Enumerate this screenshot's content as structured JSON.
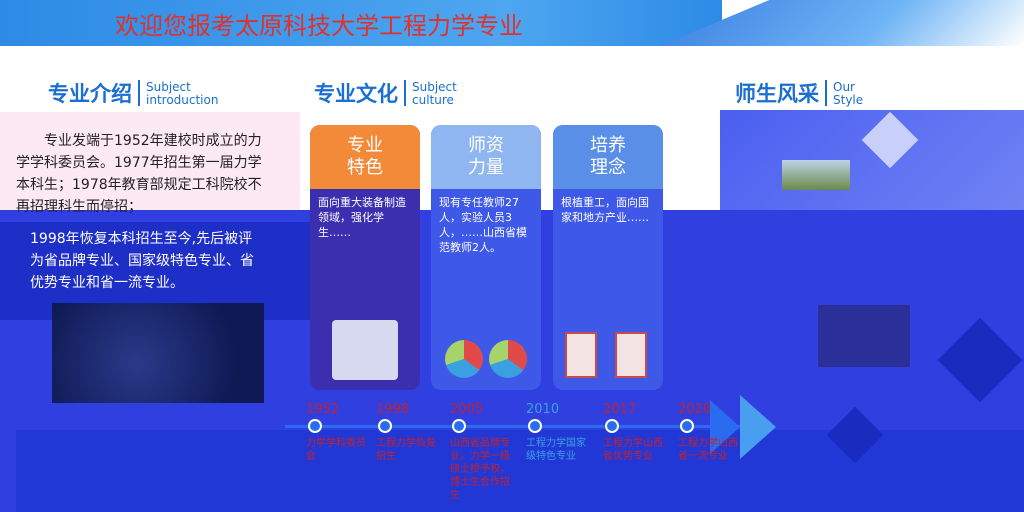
{
  "header": {
    "title": "欢迎您报考太原科技大学工程力学专业"
  },
  "sections": {
    "intro": {
      "cn": "专业介绍",
      "en1": "Subject",
      "en2": "introduction"
    },
    "culture": {
      "cn": "专业文化",
      "en1": "Subject",
      "en2": "culture"
    },
    "style": {
      "cn": "师生风采",
      "en1": "Our",
      "en2": "Style"
    }
  },
  "intro": {
    "paragraph1": "专业发端于1952年建校时成立的力学学科委员会。1977年招生第一届力学本科生；1978年教育部规定工科院校不再招理科生而停招；",
    "paragraph2": "1998年恢复本科招生至今,先后被评为省品牌专业、国家级特色专业、省优势专业和省一流专业。"
  },
  "cards": [
    {
      "title": "专业特色",
      "body": "面向重大装备制造领域，强化学生……"
    },
    {
      "title": "师资力量",
      "body": "现有专任教师27人，实验人员3人，……山西省模范教师2人。"
    },
    {
      "title": "培养理念",
      "body": "根植重工，面向国家和地方产业……"
    }
  ],
  "timeline": [
    {
      "year": "1952",
      "desc": "力学学科委员会"
    },
    {
      "year": "1998",
      "desc": "工程力学恢复招生"
    },
    {
      "year": "2005",
      "desc": "山西省品牌专业，力学一级硕士授予权，博士生合作招生"
    },
    {
      "year": "2010",
      "desc": "工程力学国家级特色专业"
    },
    {
      "year": "2017",
      "desc": "工程力学山西省优势专业"
    },
    {
      "year": "2020",
      "desc": "工程力学山西省一流专业"
    }
  ]
}
